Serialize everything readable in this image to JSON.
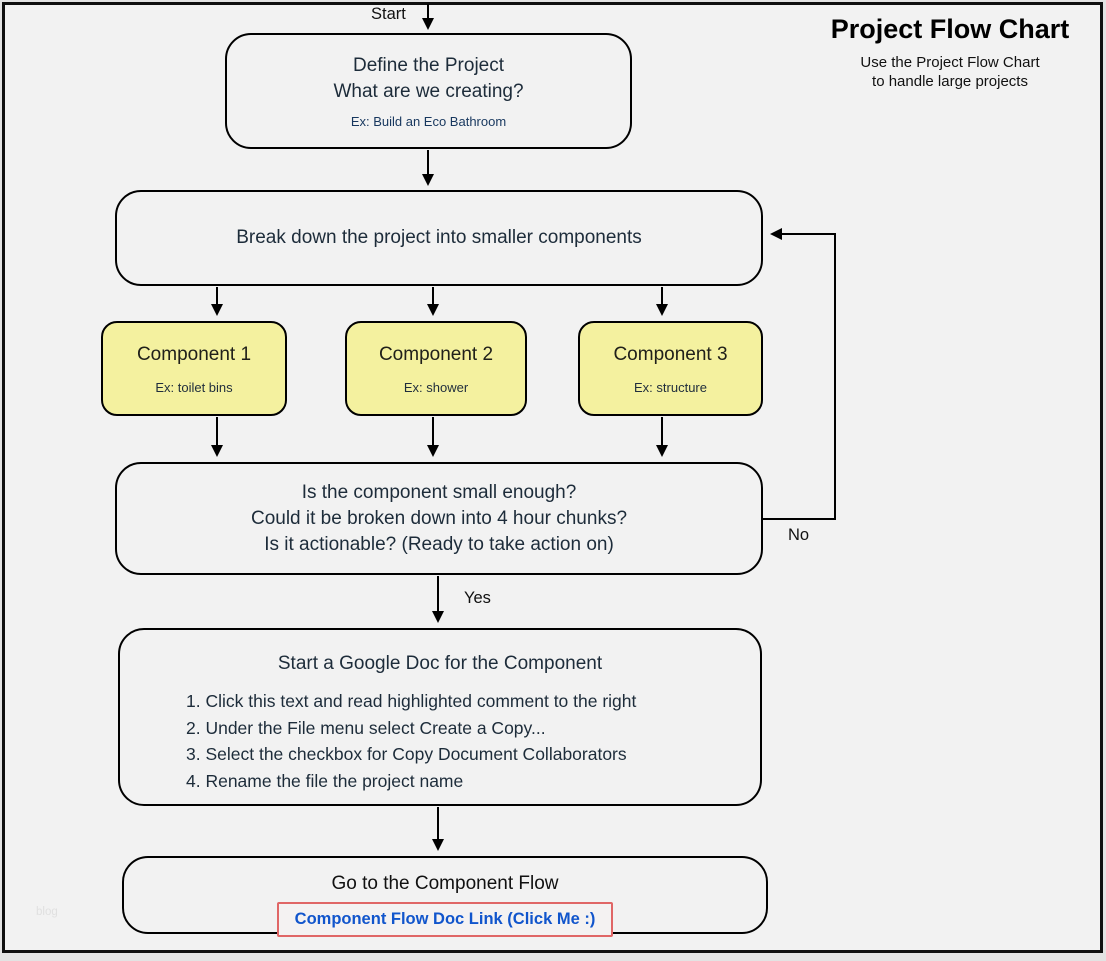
{
  "page": {
    "title": "Project Flow Chart",
    "subtitle_line1": "Use the Project Flow Chart",
    "subtitle_line2": "to handle large projects",
    "watermark": "blog"
  },
  "labels": {
    "start": "Start",
    "yes": "Yes",
    "no": "No"
  },
  "colors": {
    "background": "#f2f2f2",
    "node_border": "#000000",
    "component_fill": "#f4f19f",
    "link_blue": "#1155cc",
    "link_box_border": "#e06666",
    "example_navy": "#17375e"
  },
  "nodes": {
    "define": {
      "line1": "Define the Project",
      "line2": "What are we creating?",
      "example": "Ex: Build an Eco Bathroom"
    },
    "breakdown": {
      "text": "Break down the project into smaller components"
    },
    "components": [
      {
        "title": "Component 1",
        "example": "Ex: toilet bins"
      },
      {
        "title": "Component 2",
        "example": "Ex: shower"
      },
      {
        "title": "Component 3",
        "example": "Ex: structure"
      }
    ],
    "check": {
      "line1": "Is the component small enough?",
      "line2": "Could it be broken down into 4 hour chunks?",
      "line3": "Is it actionable? (Ready to take action on)"
    },
    "google_doc": {
      "title": "Start a Google Doc for the Component",
      "steps": [
        "1. Click this text and read highlighted comment to the right",
        "2. Under the File menu select Create a Copy...",
        "3. Select the checkbox for Copy Document Collaborators",
        "4. Rename the file the project name"
      ]
    },
    "goto": {
      "title": "Go to the Component Flow",
      "link_label": "Component Flow Doc Link (Click Me :)"
    }
  }
}
